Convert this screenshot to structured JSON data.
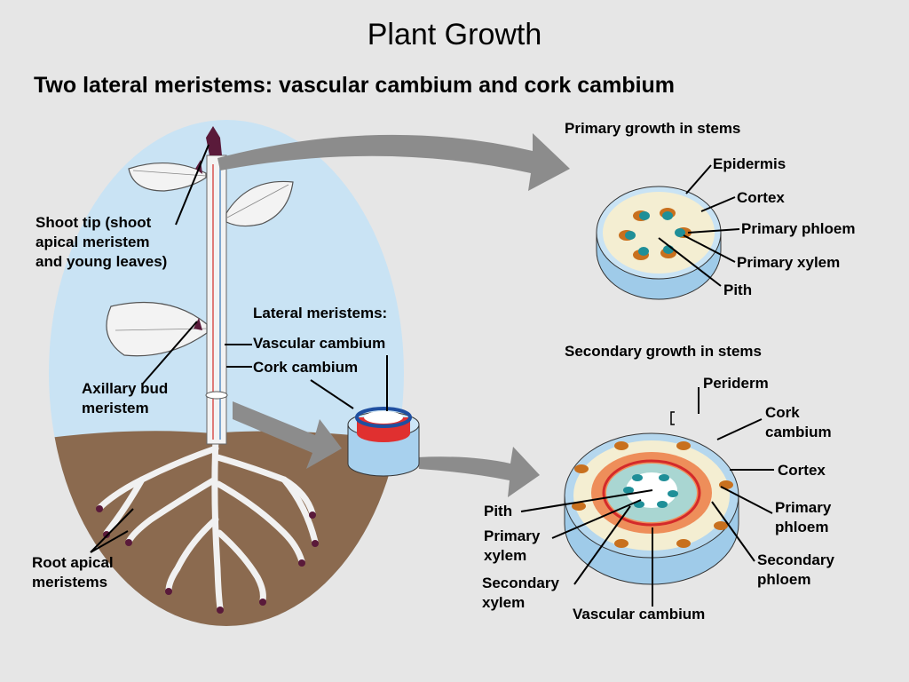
{
  "title": "Plant Growth",
  "subtitle": "Two lateral meristems: vascular cambium and cork cambium",
  "labels": {
    "shoot_tip": "Shoot tip (shoot\napical meristem\nand young leaves)",
    "axillary_bud": "Axillary bud\nmeristem",
    "root_apical": "Root apical\nmeristems",
    "lateral_meristems": "Lateral meristems:",
    "vascular_cambium": "Vascular cambium",
    "cork_cambium": "Cork cambium",
    "primary_growth_heading": "Primary growth in stems",
    "epidermis": "Epidermis",
    "cortex_primary": "Cortex",
    "primary_phloem_primary": "Primary phloem",
    "primary_xylem_primary": "Primary xylem",
    "pith_primary": "Pith",
    "secondary_growth_heading": "Secondary growth in stems",
    "periderm": "Periderm",
    "cork_cambium_secondary": "Cork\ncambium",
    "cortex_secondary": "Cortex",
    "primary_phloem_secondary": "Primary\nphloem",
    "secondary_phloem": "Secondary\nphloem",
    "vascular_cambium_secondary": "Vascular cambium",
    "secondary_xylem": "Secondary\nxylem",
    "primary_xylem_secondary": "Primary\nxylem",
    "pith_secondary": "Pith"
  },
  "colors": {
    "background": "#e6e6e6",
    "sky": "#c9e3f4",
    "soil": "#8b6a4f",
    "stem_blue": "#bcd9ee",
    "cambium_red": "#e03030",
    "xylem_teal": "#1f8f98",
    "phloem_orange": "#c8701e",
    "cortex_cream": "#f4eed2",
    "arrow_gray": "#8c8c8c",
    "bud_purple": "#5a1a3a"
  }
}
